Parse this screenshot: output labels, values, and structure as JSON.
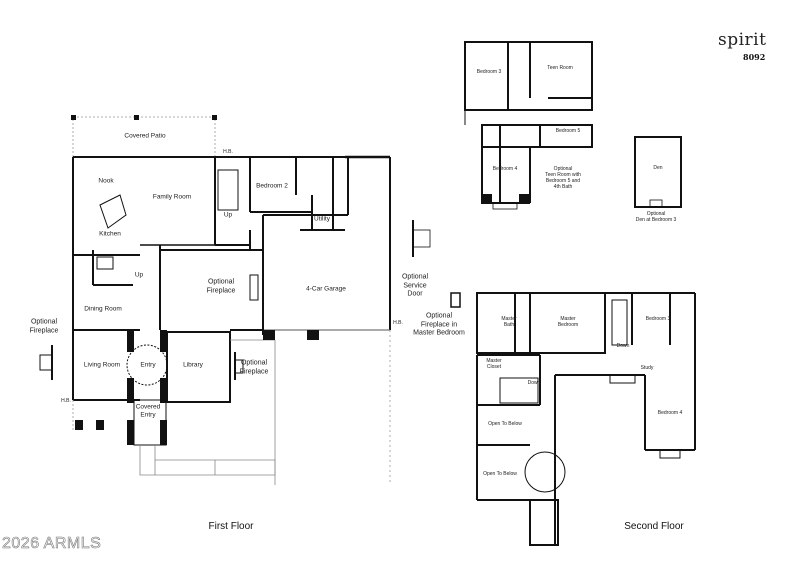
{
  "brand": {
    "name": "spirit",
    "plan_number": "8092"
  },
  "watermark": "2026 ARMLS",
  "first_floor": {
    "title": "First Floor",
    "rooms": {
      "covered_patio": "Covered Patio",
      "nook": "Nook",
      "family_room": "Family Room",
      "kitchen": "Kitchen",
      "bedroom_2": "Bedroom 2",
      "utility": "Utility",
      "up_rear": "Up",
      "up_front": "Up",
      "dining_room": "Dining Room",
      "optional_fireplace_center": "Optional\nFireplace",
      "garage": "4-Car Garage",
      "living_room": "Living Room",
      "entry": "Entry",
      "library": "Library",
      "covered_entry": "Covered\nEntry",
      "hb_patio": "H.B.",
      "hb_front": "H.B.",
      "hb_garage": "H.B."
    },
    "notes": {
      "optional_fireplace_left": "Optional\nFireplace",
      "optional_fireplace_library": "Optional\nFireplace",
      "optional_service_door": "Optional\nService\nDoor",
      "optional_fireplace_master": "Optional\nFireplace in\nMaster Bedroom"
    }
  },
  "second_floor": {
    "title": "Second Floor",
    "rooms": {
      "master_bath": "Master\nBath",
      "master_bedroom": "Master\nBedroom",
      "master_closet": "Master\nCloset",
      "down_left": "Down",
      "down_right": "Down",
      "bedroom_3": "Bedroom 3",
      "study": "Study",
      "bedroom_4": "Bedroom 4",
      "open_to_below_1": "Open To Below",
      "open_to_below_2": "Open To Below"
    }
  },
  "option_teen_room": {
    "rooms": {
      "bedroom_3": "Bedroom 3",
      "teen_room": "Teen Room",
      "bedroom_5": "Bedroom 5",
      "bedroom_4": "Bedroom 4"
    },
    "note": "Optional\nTeen Room with\nBedroom 5 and\n4th Bath"
  },
  "option_den": {
    "room": "Den",
    "note": "Optional\nDen at Bedroom 3"
  }
}
